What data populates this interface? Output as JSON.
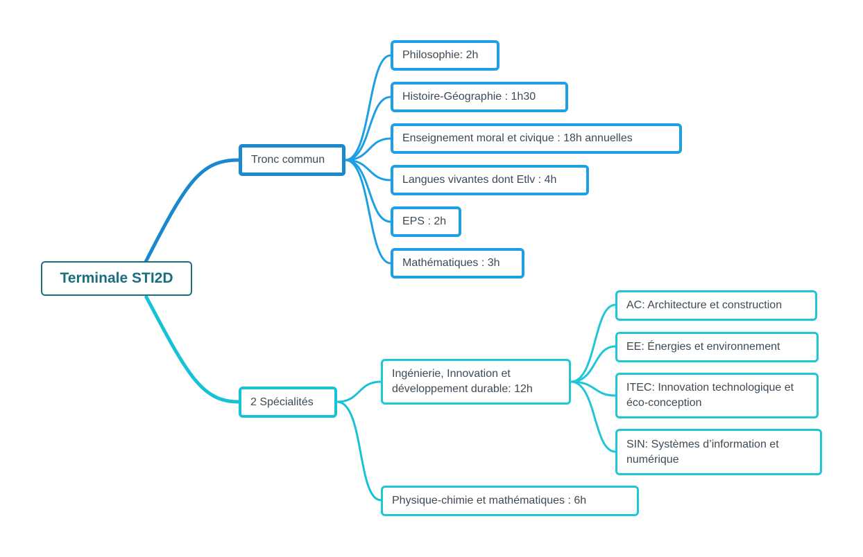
{
  "root": {
    "label": "Terminale STI2D"
  },
  "tronc_commun": {
    "label": "Tronc commun",
    "items": [
      "Philosophie: 2h",
      "Histoire-Géographie : 1h30",
      "Enseignement moral et civique : 18h annuelles",
      "Langues vivantes dont Etlv : 4h",
      "EPS : 2h",
      "Mathématiques : 3h"
    ]
  },
  "specialites": {
    "label": "2 Spécialités",
    "iidd": {
      "label": "Ingénierie, Innovation et développement durable: 12h",
      "options": [
        "AC: Architecture et construction",
        "EE: Énergies et environnement",
        "ITEC: Innovation technologique et éco-conception",
        "SIN: Systèmes d’information et numérique"
      ]
    },
    "physique": {
      "label": "Physique-chimie et mathématiques : 6h"
    }
  },
  "colors": {
    "root": "#176f80",
    "tronc_commun_branch": "#1a88cc",
    "tronc_commun_leaf": "#1d9fe6",
    "specialites_branch": "#18c2d6"
  }
}
